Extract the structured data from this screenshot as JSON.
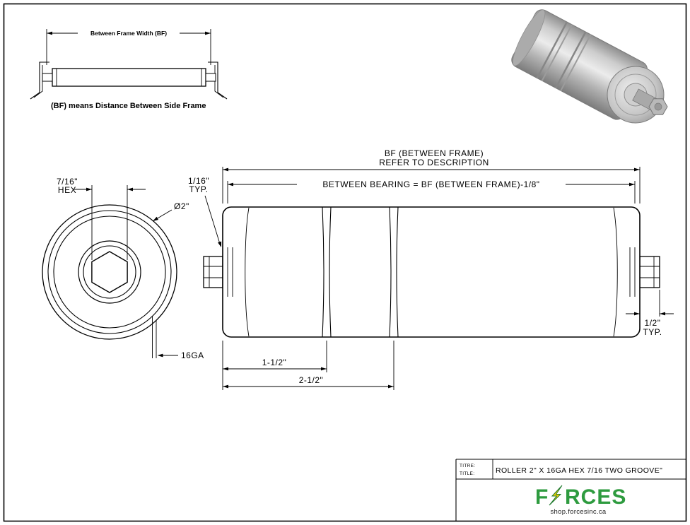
{
  "inset": {
    "dim_label": "Between Frame Width (BF)",
    "caption": "(BF) means Distance Between Side Frame"
  },
  "end_view": {
    "hex_size": "7/16\"",
    "hex_word": "HEX",
    "diameter": "Ø2\"",
    "gauge": "16GA"
  },
  "side_view": {
    "bf_label": "BF (BETWEEN FRAME)",
    "bf_sub": "REFER TO DESCRIPTION",
    "between_bearing": "BETWEEN BEARING = BF (BETWEEN FRAME)-1/8\"",
    "end_clearance": "1/16\"",
    "end_clearance_typ": "TYP.",
    "shaft_ext": "1/2\"",
    "shaft_ext_typ": "TYP.",
    "groove1_dim": "1-1/2\"",
    "groove2_dim": "2-1/2\""
  },
  "title_block": {
    "label_fr": "TITRE:",
    "label_en": "TITLE:",
    "title": "ROLLER 2\" X 16GA HEX 7/16 TWO GROOVE\"",
    "brand_prefix": "F",
    "brand_suffix": "RCES",
    "website": "shop.forcesinc.ca"
  },
  "colors": {
    "brand_green": "#2e9b3f",
    "bolt_yellow": "#ffd200",
    "line_black": "#000000"
  }
}
